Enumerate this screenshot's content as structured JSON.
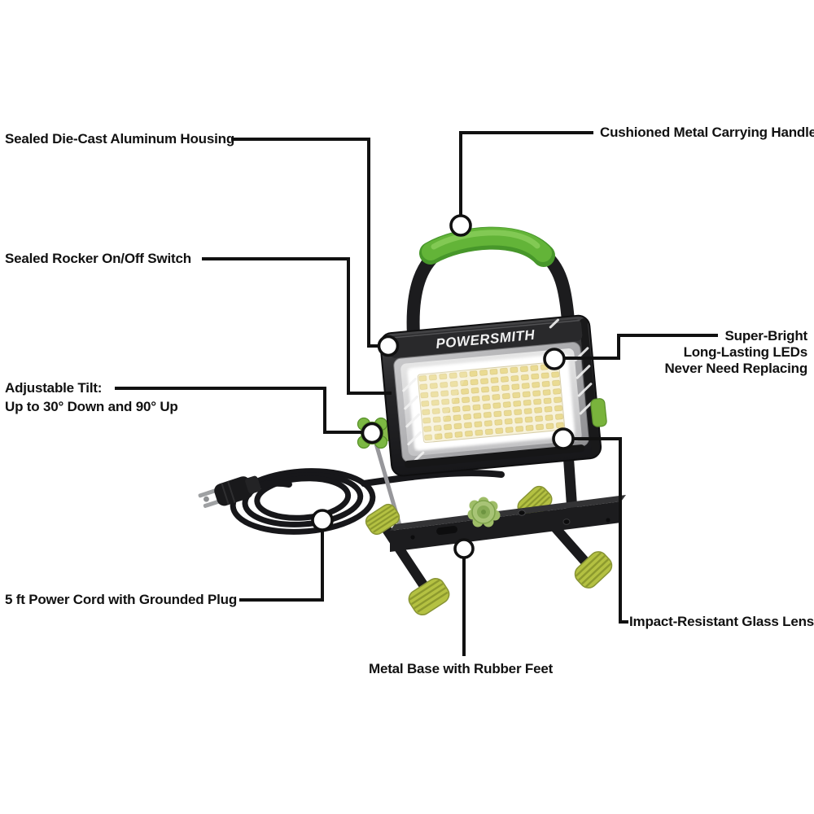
{
  "diagram": {
    "title_hint": "PowerSmith portable LED work light feature diagram",
    "background": "#ffffff",
    "brand_logo": "POWERSMITH"
  },
  "callouts": {
    "housing": {
      "label": "Sealed Die-Cast Aluminum Housing"
    },
    "handle": {
      "label": "Cushioned Metal Carrying Handle"
    },
    "rocker": {
      "label": "Sealed Rocker On/Off Switch"
    },
    "tilt": {
      "line1": "Adjustable Tilt:",
      "line2": "Up to 30° Down and 90° Up"
    },
    "leds": {
      "line1": "Super-Bright",
      "line2": "Long-Lasting LEDs",
      "line3": "Never Need Replacing"
    },
    "lens": {
      "label": "Impact-Resistant Glass Lens"
    },
    "cord": {
      "label": "5 ft Power Cord with Grounded Plug"
    },
    "base": {
      "label": "Metal Base with Rubber Feet"
    }
  },
  "colors": {
    "leader_line": "#111111",
    "label_text": "#111111",
    "handle_grip_green": "#63b438",
    "accent_green": "#7cb843",
    "foot_green": "#b4c142",
    "housing_dark": "#232325",
    "bezel_silver": "#adadaf",
    "led_panel": "#f7f2da",
    "led_dot": "#eadb92"
  }
}
